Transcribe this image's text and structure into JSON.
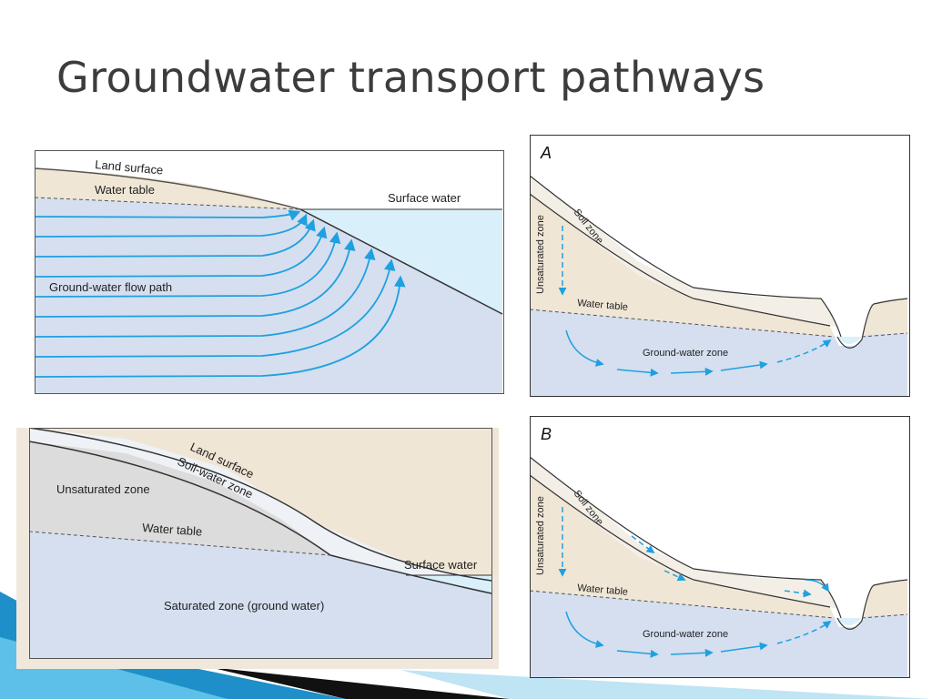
{
  "slide": {
    "title": "Groundwater transport pathways"
  },
  "diagram_top_left": {
    "land_surface": "Land surface",
    "water_table": "Water table",
    "surface_water": "Surface water",
    "flow_path": "Ground-water flow path"
  },
  "diagram_bottom_left": {
    "land_surface": "Land surface",
    "soil_water_zone": "Soil-water zone",
    "unsaturated_zone": "Unsaturated zone",
    "water_table": "Water table",
    "surface_water": "Surface water",
    "saturated_zone": "Saturated zone (ground water)"
  },
  "diagram_a": {
    "letter": "A",
    "unsaturated_zone": "Unsaturated zone",
    "soil_zone": "Soil zone",
    "water_table": "Water table",
    "ground_water_zone": "Ground-water zone"
  },
  "diagram_b": {
    "letter": "B",
    "unsaturated_zone": "Unsaturated zone",
    "soil_zone": "Soil zone",
    "water_table": "Water table",
    "ground_water_zone": "Ground-water zone"
  },
  "colors": {
    "groundwater": "#d5dff0",
    "unsaturated": "#f0e6d5",
    "surface_water": "#d9f0fa",
    "soil_zone": "#f3efe6",
    "arrow": "#1fa0e0",
    "title_text": "#3c3c3c",
    "panel_bg": "#f0e8dc"
  }
}
